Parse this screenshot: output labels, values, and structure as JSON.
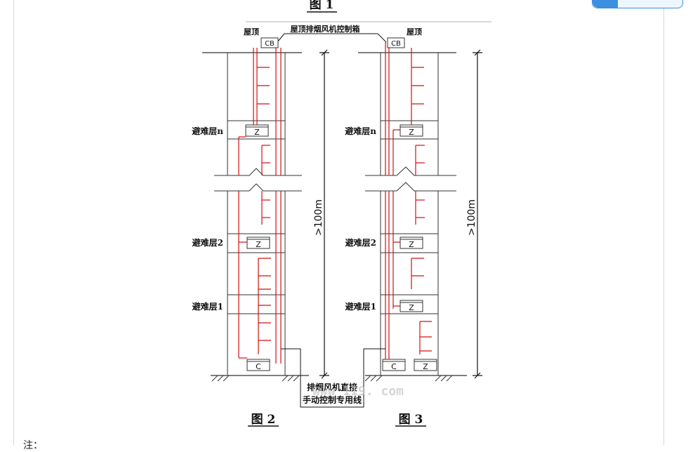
{
  "figure1_title": "图 1",
  "roof_label_left": "屋顶",
  "roof_label_right": "屋顶",
  "cb_label": "屋顶排烟风机控制箱",
  "cb_box": "CB",
  "floors": [
    "避难层n",
    "避难层2",
    "避难层1"
  ],
  "box_z": "Z",
  "box_c": "C",
  "height_label": ">100m",
  "bottom_label_line1": "排烟风机直接",
  "bottom_label_line2": "手动控制专用线",
  "watermark": "www 119. com",
  "fig2": "图 2",
  "fig3": "图 3",
  "note": "注："
}
